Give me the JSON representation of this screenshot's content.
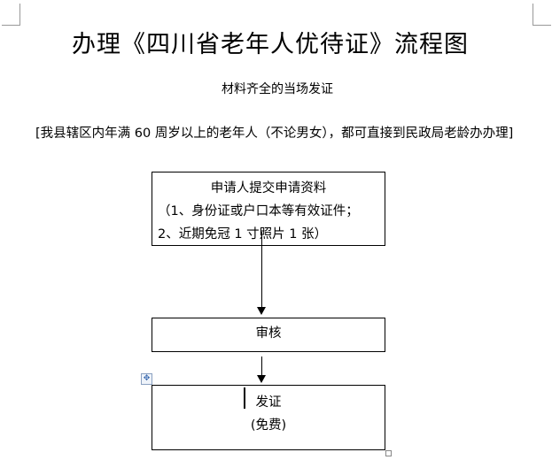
{
  "title": "办理《四川省老年人优待证》流程图",
  "subtitle": "材料齐全的当场发证",
  "paragraph": "[我县辖区内年满 60 周岁以上的老年人（不论男女），都可直接到民政局老龄办办理]",
  "flow": {
    "step1": {
      "title": "申请人提交申请资料",
      "line2": "（1、身份证或户口本等有效证件；",
      "line3": "2、近期免冠 1 寸照片 1 张）"
    },
    "step2": {
      "title": "审核"
    },
    "step3": {
      "title": "发证",
      "note": "(免费)"
    }
  }
}
